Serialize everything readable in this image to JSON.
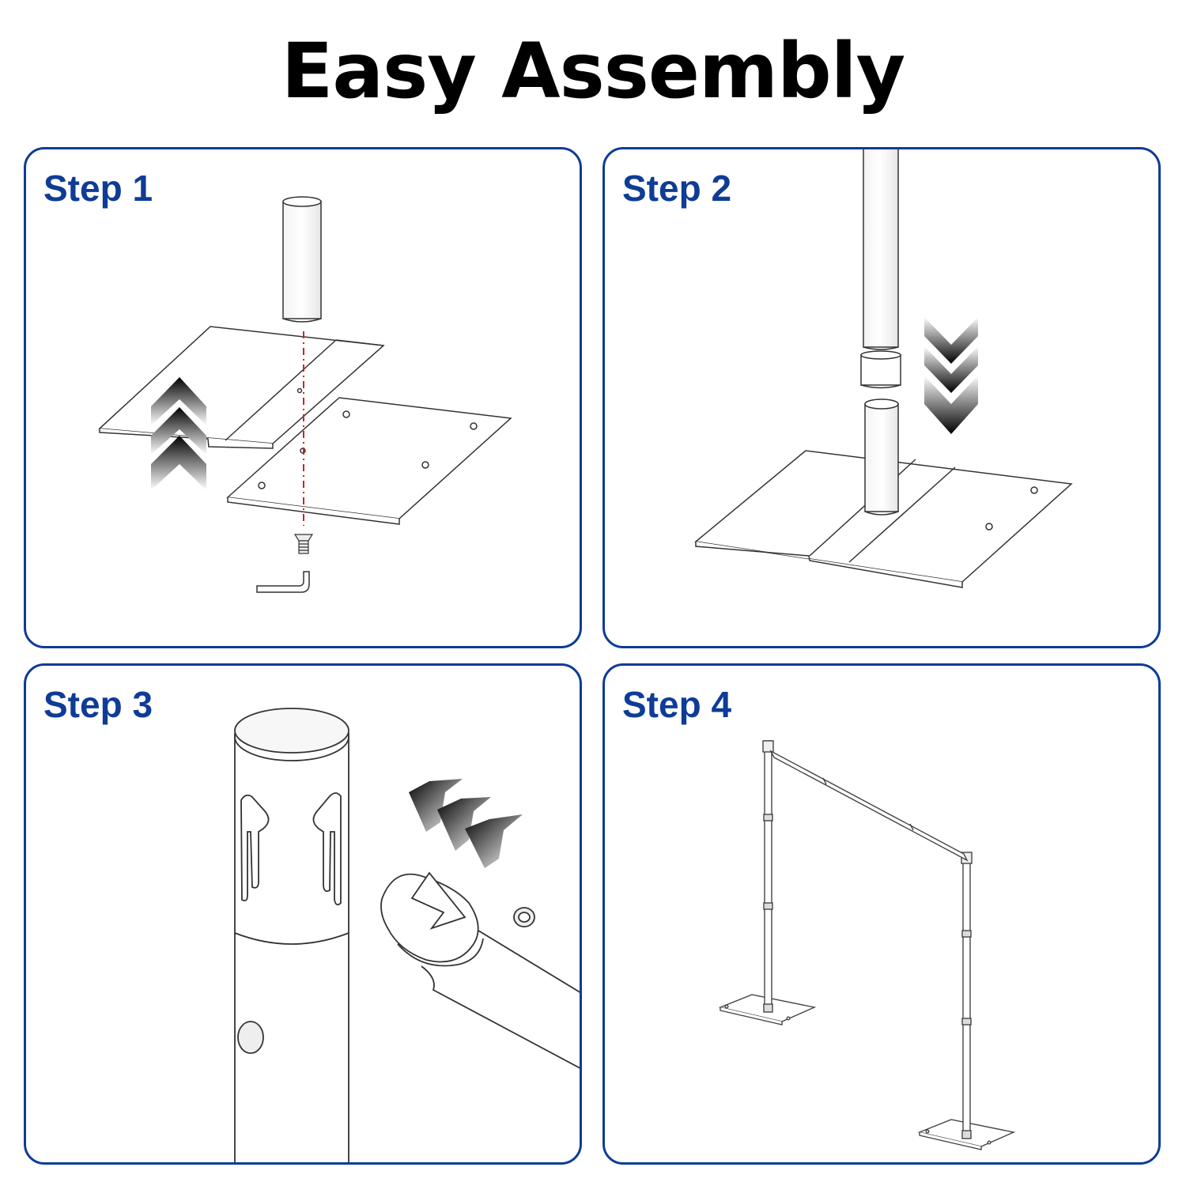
{
  "header": {
    "title": "Easy Assembly"
  },
  "steps": [
    {
      "label": "Step 1"
    },
    {
      "label": "Step 2"
    },
    {
      "label": "Step 3"
    },
    {
      "label": "Step 4"
    }
  ],
  "colors": {
    "accent": "#0e3c96",
    "guide_line": "#d42020",
    "stroke": "#333333"
  }
}
